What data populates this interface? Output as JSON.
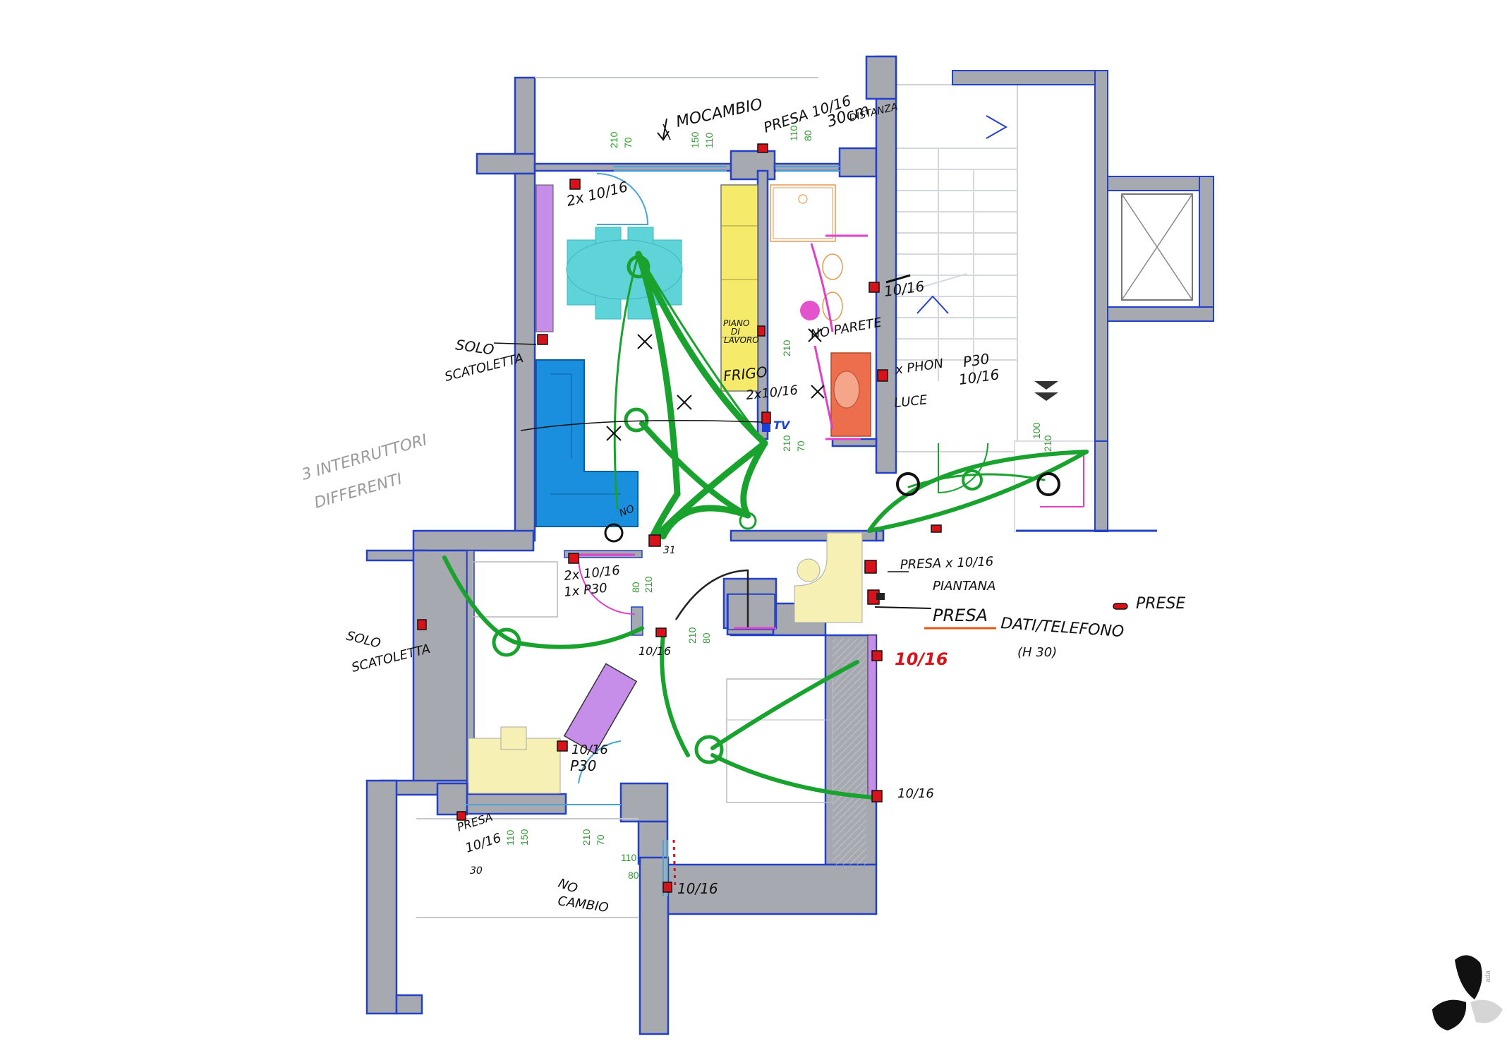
{
  "colors": {
    "wall_fill": "#a7a9b1",
    "wall_outline": "#2440c8",
    "wiring": "#1aa22e",
    "socket": "#d8121b",
    "dimension": "#2e9b2e",
    "wardrobe": "#c68ee8",
    "kitchen": "#f5ea6a",
    "table": "#5fd4d8",
    "sofa": "#1a8fde",
    "desk": "#f6f0b4",
    "washbasin": "#ec6e4c",
    "highlight_pink": "#e040c8"
  },
  "annotations": {
    "mocambio": "MOCAMBIO",
    "presa_top_1": "PRESA 10/16",
    "presa_top_2": "30cm",
    "presa_top_3": "DISTANZA",
    "two_x_1016_top": "2x 10/16",
    "solo_1": "SOLO",
    "scatoletta_1": "SCATOLETTA",
    "three_interr_1": "3 INTERRUTTORI",
    "three_interr_2": "DIFFERENTI",
    "piano_1": "PIANO",
    "piano_2": "DI",
    "piano_3": "LAVORO",
    "frigo": "FRIGO",
    "no_parete": "NO PARETE",
    "struck_1016": "10/16",
    "phon": "x PHON",
    "p30_phon": "P30",
    "phon_1016": "10/16",
    "luce": "LUCE",
    "two_x_1016_mid": "2x10/16",
    "tv": "TV",
    "no_small": "NO",
    "pin_31": "31",
    "two_x_1016_left": "2x 10/16",
    "one_x_p30": "1x P30",
    "presa_piantana_1": "PRESA x 10/16",
    "presa_piantana_2": "PIANTANA",
    "presa_dati": "PRESA",
    "dati_telefono": "DATI/TELEFONO",
    "h30": "(H 30)",
    "prese_legend": "PRESE",
    "solo_2": "SOLO",
    "scatoletta_2": "SCATOLETTA",
    "s_1016_door": "10/16",
    "s_1016_red": "10/16",
    "s_1016_desk": "10/16",
    "p30_desk": "P30",
    "s_1016_bed": "10/16",
    "presa_bottom": "PRESA",
    "presa_bottom_2": "10/16",
    "presa_bottom_3": "30",
    "no_cambio_1": "NO",
    "no_cambio_2": "CAMBIO",
    "s_1016_bottom": "10/16"
  },
  "dimensions": {
    "d210": "210",
    "d70": "70",
    "d150": "150",
    "d110": "110",
    "d80": "80",
    "d100": "100"
  },
  "logo": {
    "text": "ada"
  }
}
